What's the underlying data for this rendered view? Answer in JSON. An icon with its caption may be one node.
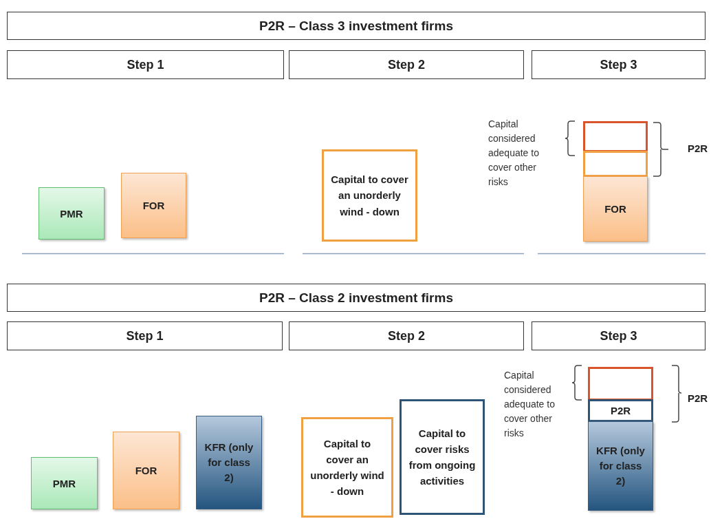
{
  "diagram": {
    "nodes": [
      {
        "text": [
          "P2R – Class 3 investment firms"
        ]
      },
      {
        "text": [
          "Step 1"
        ]
      },
      {
        "text": [
          "Step 2"
        ]
      },
      {
        "text": [
          "Step 3"
        ]
      },
      {
        "text": [
          "PMR"
        ]
      },
      {
        "text": [
          "FOR"
        ]
      },
      {
        "text": [
          "Capital to cover an unorderly wind - down"
        ]
      },
      {
        "text": [],
        "shape": "box"
      },
      {
        "text": [],
        "shape": "box"
      },
      {
        "text": [
          "FOR"
        ]
      },
      {
        "text": [
          "P2R – Class 2 investment firms"
        ]
      },
      {
        "text": [
          "Step 1"
        ]
      },
      {
        "text": [
          "Step 2"
        ]
      },
      {
        "text": [
          "Step 3"
        ]
      },
      {
        "text": [
          "PMR"
        ]
      },
      {
        "text": [
          "FOR"
        ]
      },
      {
        "text": [
          "KFR (only for class 2)"
        ]
      },
      {
        "text": [
          "Capital to cover an unorderly wind - down"
        ]
      },
      {
        "text": [
          "Capital to cover risks from ongoing activities"
        ]
      },
      {
        "text": [],
        "shape": "box"
      },
      {
        "text": [
          "P2R"
        ]
      },
      {
        "text": [
          "KFR (only for class 2)"
        ]
      }
    ],
    "edges": [],
    "labels": [
      "Capital considered adequate to cover other risks",
      "P2R",
      "Capital considered adequate to cover other risks",
      "P2R"
    ]
  }
}
